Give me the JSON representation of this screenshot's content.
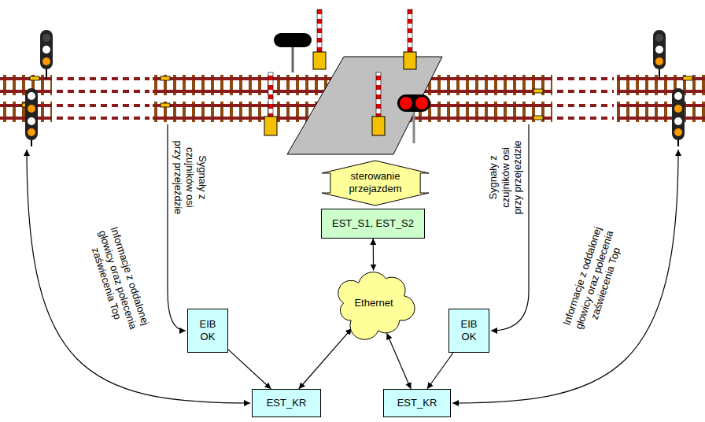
{
  "diagram": {
    "nodes": [
      {
        "text": [
          "sterowanie przejazdem"
        ]
      },
      {
        "text": [
          "EST_S1, EST_S2"
        ]
      },
      {
        "text": [
          "Ethernet"
        ]
      },
      {
        "text": [
          "EIB OK"
        ]
      },
      {
        "text": [
          "EIB OK"
        ]
      },
      {
        "text": [
          "EST_KR"
        ]
      },
      {
        "text": [
          "EST_KR"
        ]
      }
    ],
    "edges": [
      {
        "from": 1,
        "to": 2,
        "arrow": "both"
      },
      {
        "from": 2,
        "to": 5,
        "arrow": "both"
      },
      {
        "from": 2,
        "to": 6,
        "arrow": "both"
      },
      {
        "from": 3,
        "to": 5,
        "arrow": "to"
      },
      {
        "from": 4,
        "to": 6,
        "arrow": "to"
      }
    ],
    "labels": [
      "Informacje z oddalonej głowicy oraz polecenia zaświecenia Top",
      "Sygnały z czujników osi przy przejeździe",
      "Sygnały z czujników osi przy przejeździe",
      "Informacje z oddalonej głowicy oraz polecenia zaświecenia Top"
    ]
  }
}
